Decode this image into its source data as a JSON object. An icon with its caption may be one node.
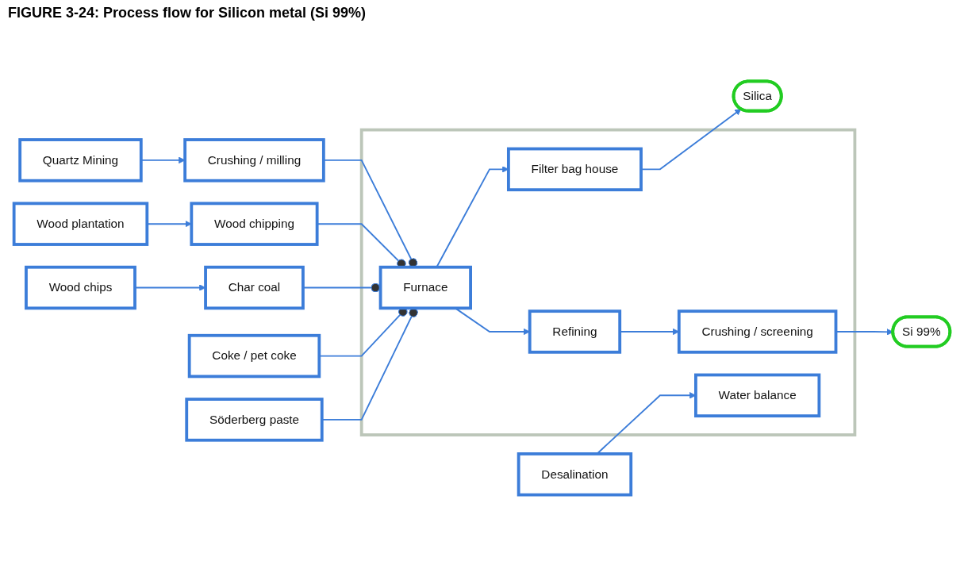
{
  "diagram": {
    "title": "FIGURE 3-24: Process flow for Silicon metal (Si 99%)",
    "nodes": [
      {
        "text": [
          "Silica"
        ]
      },
      {
        "text": [],
        "shape": "box"
      },
      {
        "text": [
          "Filter bag house"
        ],
        "in": 1
      },
      {
        "text": [
          "Quartz Mining"
        ]
      },
      {
        "text": [
          "Crushing / milling"
        ]
      },
      {
        "text": [
          "Wood plantation"
        ]
      },
      {
        "text": [
          "Wood chipping"
        ]
      },
      {
        "text": [
          "Wood chips"
        ]
      },
      {
        "text": [
          "Char coal"
        ]
      },
      {
        "text": [
          "Furnace"
        ],
        "in": 1
      },
      {
        "text": [
          "Refining"
        ],
        "in": 1
      },
      {
        "text": [
          "Crushing / screening"
        ],
        "in": 1
      },
      {
        "text": [
          "Coke / pet coke"
        ]
      },
      {
        "text": [
          "Söderberg paste"
        ]
      },
      {
        "text": [
          "Desalination"
        ]
      },
      {
        "text": [
          "Water balance"
        ],
        "in": 1
      },
      {
        "text": [
          "Si 99%"
        ]
      }
    ],
    "edges": [
      {
        "from": 3,
        "to": 4,
        "arrow": "to"
      },
      {
        "from": 5,
        "to": 6,
        "arrow": "to"
      },
      {
        "from": 7,
        "to": 8,
        "arrow": "to"
      },
      {
        "from": 4,
        "to": 9,
        "arrow": "other"
      },
      {
        "from": 6,
        "to": 9,
        "arrow": "other"
      },
      {
        "from": 8,
        "to": 9,
        "arrow": "other"
      },
      {
        "from": 12,
        "to": 9,
        "arrow": "other"
      },
      {
        "from": 13,
        "to": 9,
        "arrow": "other"
      },
      {
        "from": 9,
        "to": 2,
        "arrow": "to"
      },
      {
        "from": 2,
        "to": 0,
        "arrow": "to"
      },
      {
        "from": 9,
        "to": 10,
        "arrow": "to"
      },
      {
        "from": 10,
        "to": 11,
        "arrow": "to"
      },
      {
        "from": 11,
        "to": 16,
        "arrow": "to"
      },
      {
        "from": 14,
        "to": 15,
        "arrow": "to"
      }
    ]
  }
}
